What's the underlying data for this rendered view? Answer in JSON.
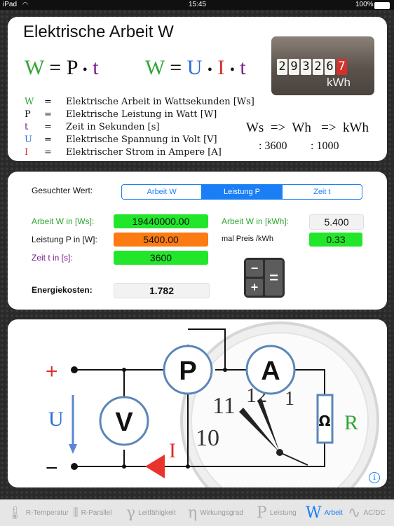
{
  "status_bar": {
    "device": "iPad",
    "time": "15:45",
    "battery": "100%"
  },
  "formula": {
    "title": "Elektrische Arbeit W",
    "f1": {
      "W": "W",
      "eq": "=",
      "P": "P",
      "dot": "•",
      "t": "t"
    },
    "f2": {
      "W": "W",
      "eq": "=",
      "U": "U",
      "dot1": "•",
      "I": "I",
      "dot2": "•",
      "t": "t"
    },
    "legend": [
      {
        "sym": "W",
        "eq": "=",
        "text": "Elektrische Arbeit in Wattsekunden [Ws]"
      },
      {
        "sym": "P",
        "eq": "=",
        "text": "Elektrische Leistung in Watt [W]"
      },
      {
        "sym": "t",
        "eq": "=",
        "text": "Zeit in Sekunden [s]"
      },
      {
        "sym": "U",
        "eq": "=",
        "text": "Elektrische Spannung in Volt [V]"
      },
      {
        "sym": "I",
        "eq": "=",
        "text": "Elektrischer Strom in Ampere [A]"
      }
    ],
    "conversion": {
      "line1": "Ws  =>  Wh   =>  kWh",
      "div1": ": 3600",
      "div2": ": 1000"
    },
    "meter": {
      "digits": [
        "2",
        "9",
        "3",
        "2",
        "6",
        "7"
      ],
      "unit": "kWh"
    }
  },
  "calc": {
    "search_label": "Gesuchter Wert:",
    "segments": [
      {
        "label": "Arbeit W",
        "active": false
      },
      {
        "label": "Leistung P",
        "active": true
      },
      {
        "label": "Zeit t",
        "active": false
      }
    ],
    "work_ws_label": "Arbeit W in [Ws]:",
    "work_ws_value": "19440000.00",
    "power_label": "Leistung P in [W]:",
    "power_value": "5400.00",
    "time_label": "Zeit t in [s]:",
    "time_value": "3600",
    "work_kwh_label": "Arbeit W in [kWh]:",
    "work_kwh_value": "5.400",
    "price_label": "mal Preis /kWh",
    "price_value": "0.33",
    "cost_label": "Energiekosten:",
    "cost_value": "1.782",
    "calc_keys": {
      "minus": "−",
      "plus": "+",
      "equals": "="
    }
  },
  "circuit": {
    "plus": "+",
    "minus": "−",
    "U": "U",
    "I": "I",
    "meter_P": "P",
    "meter_A": "A",
    "meter_V": "V",
    "resistor": "Ω",
    "R": "R",
    "clock_numbers": [
      "10",
      "11",
      "12",
      "1"
    ],
    "info": "i"
  },
  "tabs": [
    {
      "icon": "🌡",
      "label": "R-Temperatur",
      "active": false
    },
    {
      "icon": "⫴",
      "label": "R-Parallel",
      "active": false
    },
    {
      "icon": "γ",
      "label": "Leitfähigkeit",
      "active": false
    },
    {
      "icon": "η",
      "label": "Wirkungsgrad",
      "active": false
    },
    {
      "icon": "P",
      "label": "Leistung",
      "active": false
    },
    {
      "icon": "W",
      "label": "Arbeit",
      "active": true
    },
    {
      "icon": "∿",
      "label": "AC/DC",
      "active": false
    }
  ],
  "colors": {
    "green": "#2fa634",
    "purple": "#7b1f8c",
    "blue": "#2c6fd6",
    "red": "#d8312a",
    "accent": "#1a7ef5",
    "box_green": "#22e62a",
    "box_orange": "#fb7a12"
  }
}
